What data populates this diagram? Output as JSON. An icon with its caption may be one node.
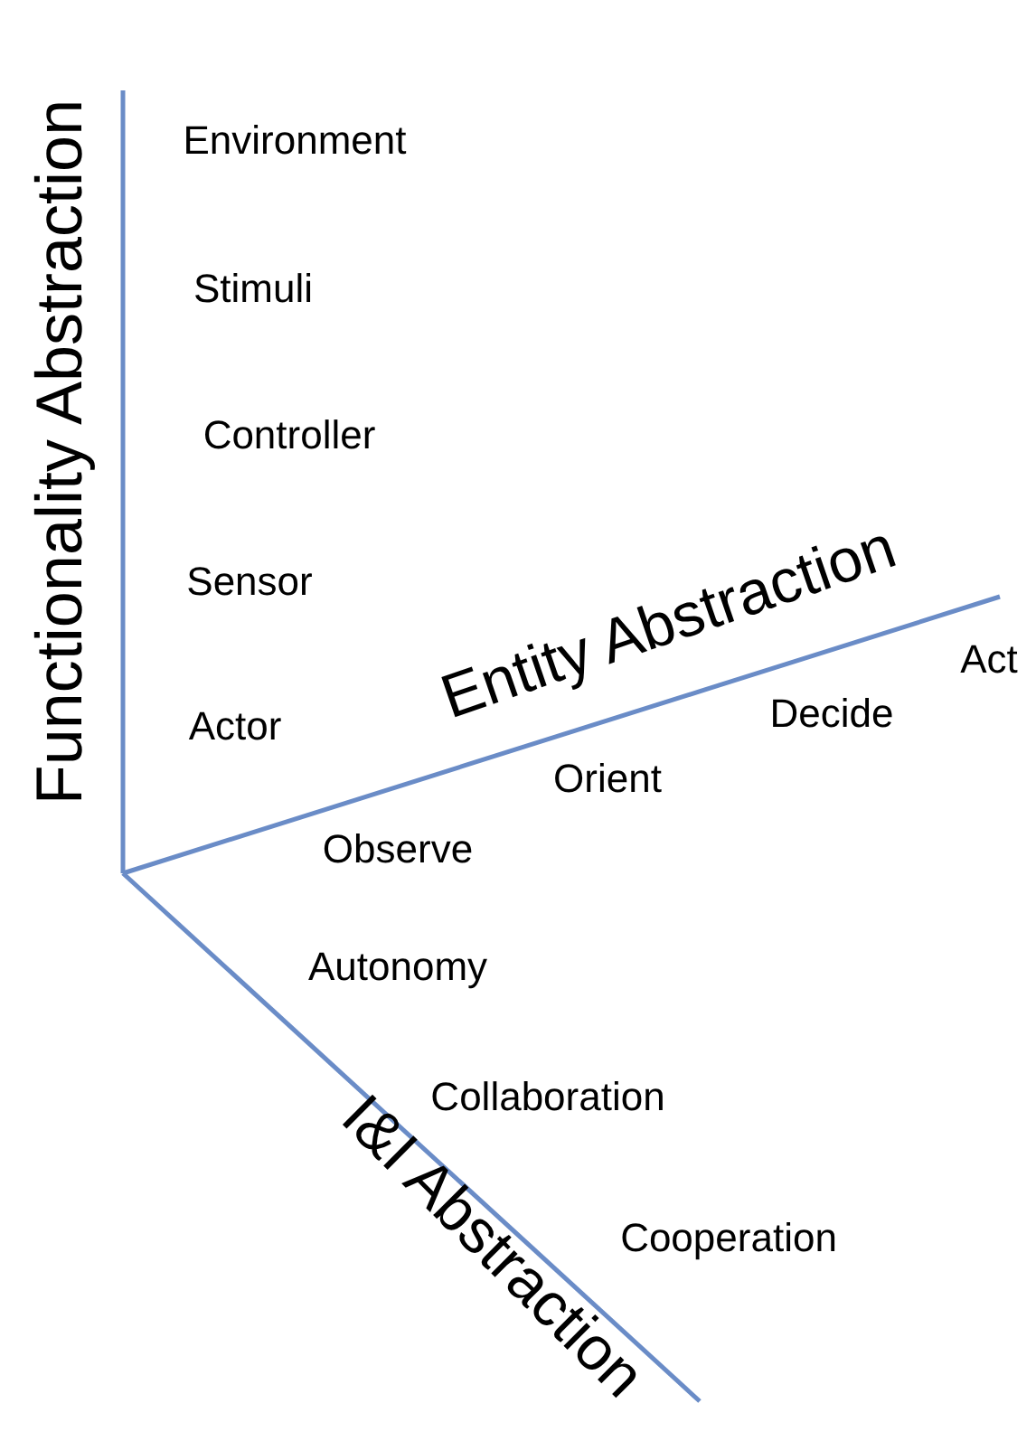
{
  "diagram": {
    "labels": [
      "Functionality Abstraction",
      "Environment",
      "Stimuli",
      "Controller",
      "Sensor",
      "Entity Abstraction",
      "Act",
      "Actor",
      "Decide",
      "Orient",
      "Observe",
      "Autonomy",
      "I&I Abstraction",
      "Collaboration",
      "Cooperation"
    ]
  }
}
